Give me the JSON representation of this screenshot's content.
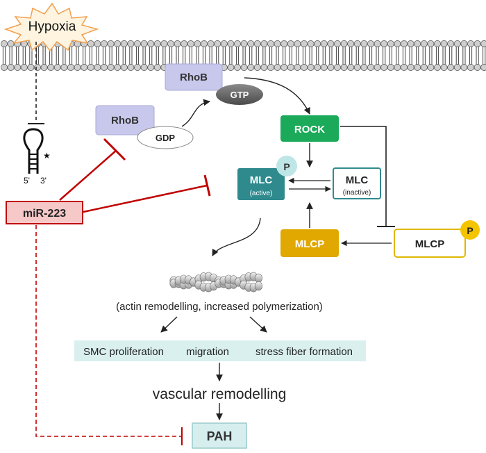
{
  "stimulus": {
    "label": "Hypoxia"
  },
  "rhob_gdp": {
    "protein": "RhoB",
    "nucleotide": "GDP"
  },
  "rhob_gtp": {
    "protein": "RhoB",
    "nucleotide": "GTP"
  },
  "rock": {
    "label": "ROCK"
  },
  "mlc_active": {
    "label": "MLC",
    "state": "(active)",
    "phospho": "P"
  },
  "mlc_inactive": {
    "label": "MLC",
    "state": "(inactive)"
  },
  "mlcp": {
    "label": "MLCP"
  },
  "mlcp_phospho": {
    "label": "MLCP",
    "phospho": "P"
  },
  "mirna": {
    "label": "miR-223",
    "five_prime": "5'",
    "three_prime": "3'",
    "star": "★"
  },
  "actin": {
    "caption": "(actin remodelling, increased polymerization)"
  },
  "outcomes": {
    "proliferation": "SMC proliferation",
    "migration": "migration",
    "stress_fiber": "stress fiber formation"
  },
  "remodelling": {
    "label": "vascular remodelling"
  },
  "disease": {
    "label": "PAH"
  },
  "colors": {
    "inhibition_red": "#c00000",
    "rock_green": "#1aaa5a",
    "mlc_teal": "#2f8a8e",
    "mlcp_gold": "#e0a800",
    "rhob_lavender": "#c8c8ec",
    "outcome_band": "#daf0ef"
  }
}
